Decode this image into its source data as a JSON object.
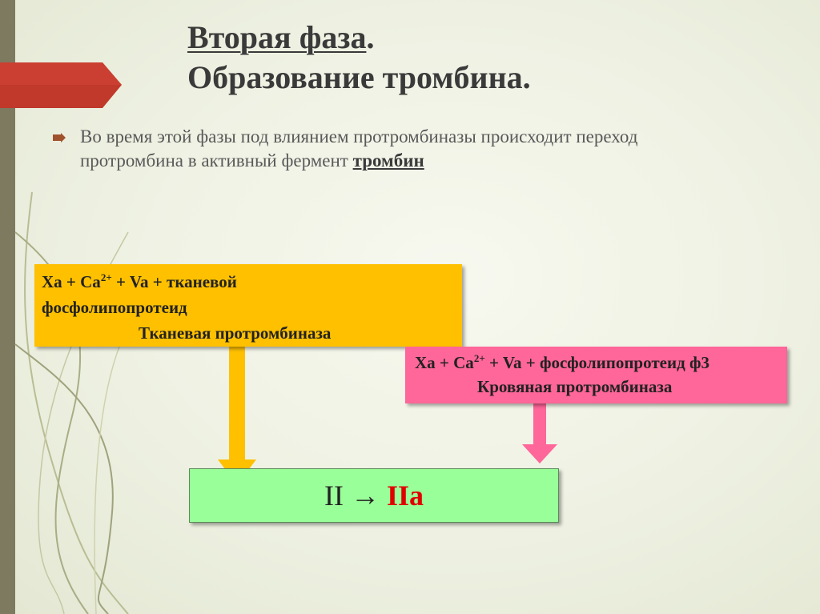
{
  "colors": {
    "background": "#eef1e2",
    "left_bar": "#7d7a5f",
    "ribbon": "#c0392b",
    "yellow_box": "#ffc000",
    "pink_box": "#ff6699",
    "green_box": "#99ff99",
    "result_red": "#e00000"
  },
  "title": {
    "line1": "Вторая фаза",
    "line1_end": ".",
    "line2": "Образование тромбина."
  },
  "bullet": {
    "icon": "arrow-bullet-icon",
    "text": "Во время этой фазы под влиянием протромбиназы происходит переход протромбина в активный фермент ",
    "emphasis": "тромбин"
  },
  "tissue_box": {
    "formula_prefix": "Xa + Ca",
    "formula_sup": "2+",
    "formula_suffix": " + Va + тканевой",
    "line2": "фосфолипопротеид",
    "name": "Тканевая протромбиназа"
  },
  "blood_box": {
    "formula_prefix": "Xa + Ca",
    "formula_sup": "2+",
    "formula_suffix": " + Va + фосфолипопротеид ф3",
    "name": "Кровяная протромбиназа"
  },
  "result_box": {
    "source": "II",
    "arrow": "→",
    "result": "IIa"
  }
}
